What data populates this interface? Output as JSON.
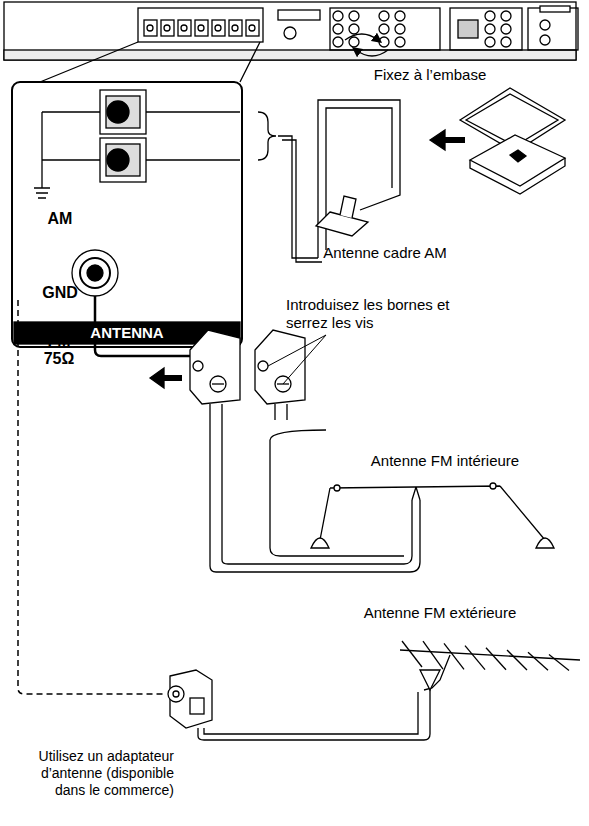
{
  "diagram": {
    "nodes": [
      {
        "text": [
          "AM",
          "GND",
          "FM 75Ω",
          "ANTENNA"
        ]
      }
    ],
    "labels": [
      "Fixez à l’embase",
      "Antenne cadre AM",
      "Introduisez les bornes et serrez les vis",
      "Antenne FM intérieure",
      "Antenne FM extérieure",
      "Utilisez un adaptateur d’antenne (disponible dans le commerce)"
    ]
  }
}
